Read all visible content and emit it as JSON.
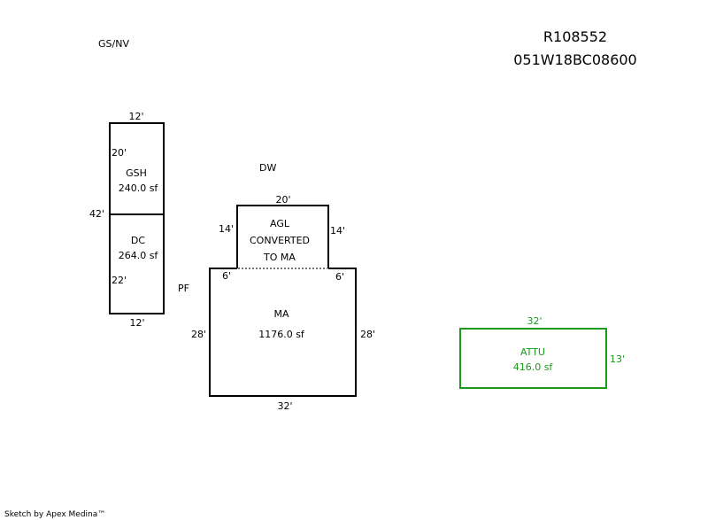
{
  "header": {
    "parcel_id": "R108552",
    "map_number": "051W18BC08600",
    "note_top_left": "GS/NV"
  },
  "labels": {
    "dw": "DW",
    "pf": "PF"
  },
  "areas": {
    "gsh": {
      "name": "GSH",
      "area": "240.0 sf",
      "top": "12'",
      "side": "20'"
    },
    "dc": {
      "name": "DC",
      "area": "264.0 sf",
      "bottom": "12'",
      "side": "22'",
      "total_side": "42'"
    },
    "agl": {
      "line1": "AGL",
      "line2": "CONVERTED",
      "line3": "TO MA",
      "top": "20'",
      "left": "14'",
      "right": "14'"
    },
    "ma": {
      "name": "MA",
      "area": "1176.0 sf",
      "left": "28'",
      "right": "28'",
      "bottom": "32'",
      "step_left": "6'",
      "step_right": "6'"
    },
    "attu": {
      "name": "ATTU",
      "area": "416.0 sf",
      "top": "32'",
      "right": "13'",
      "color": "#1a9a1a"
    }
  },
  "footer": {
    "credit": "Sketch by Apex Medina™"
  }
}
